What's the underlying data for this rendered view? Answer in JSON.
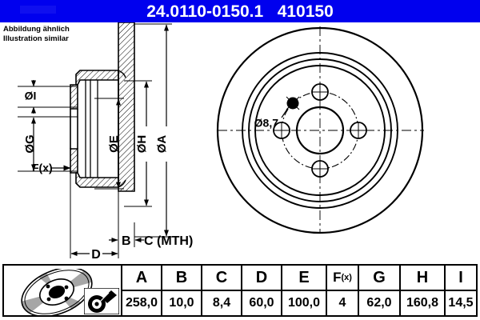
{
  "header": {
    "part_number": "24.0110-0150.1",
    "article_number": "410150",
    "title": "24.0110-0150.1   410150",
    "background_color": "#0000ee",
    "text_color": "#ffffff"
  },
  "note": {
    "line1": "Abbildung ähnlich",
    "line2": "Illustration similar",
    "text": "Abbildung ähnlich\nIllustration similar"
  },
  "drawing": {
    "section_labels": {
      "dia_i": "ØI",
      "dia_g": "ØG",
      "dia_e": "ØE",
      "dia_h": "ØH",
      "dia_a": "ØA",
      "f_x": "F(x)",
      "b": "B",
      "c": "C (MTH)",
      "d": "D"
    },
    "front_view_labels": {
      "hole_diameter": "Ø8,7"
    }
  },
  "table": {
    "columns": [
      {
        "header": "A",
        "value": "258,0"
      },
      {
        "header": "B",
        "value": "10,0"
      },
      {
        "header": "C",
        "value": "8,4"
      },
      {
        "header": "D",
        "value": "60,0"
      },
      {
        "header": "E",
        "value": "100,0"
      },
      {
        "header": "F(x)",
        "value": "4"
      },
      {
        "header": "G",
        "value": "62,0"
      },
      {
        "header": "H",
        "value": "160,8"
      },
      {
        "header": "I",
        "value": "14,5"
      }
    ],
    "f_header_main": "F",
    "f_header_sub": "(x)"
  },
  "chart_data": {
    "type": "table",
    "title": "Brake disc dimensions 24.0110-0150.1 / 410150",
    "categories": [
      "A",
      "B",
      "C",
      "D",
      "E",
      "F(x)",
      "G",
      "H",
      "I"
    ],
    "values": [
      258.0,
      10.0,
      8.4,
      60.0,
      100.0,
      4,
      62.0,
      160.8,
      14.5
    ],
    "labels": [
      "258,0",
      "10,0",
      "8,4",
      "60,0",
      "100,0",
      "4",
      "62,0",
      "160,8",
      "14,5"
    ],
    "annotations": [
      "Ø8,7"
    ],
    "xlabel": "",
    "ylabel": ""
  }
}
